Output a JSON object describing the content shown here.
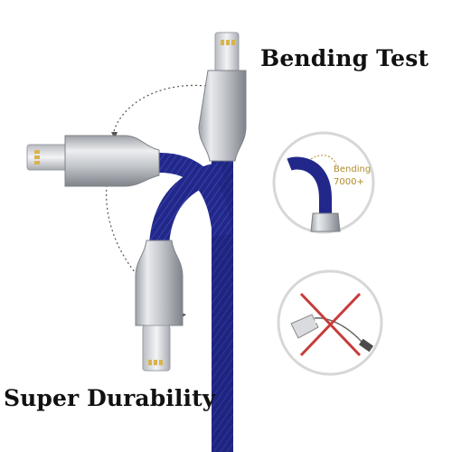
{
  "headings": {
    "top": "Bending Test",
    "bottom": "Super Durability"
  },
  "bend_badge": {
    "line1": "Bending",
    "line2": "7000+"
  },
  "colors": {
    "cable": "#22288a",
    "cable_dark": "#151a63",
    "metal": "#c9ccd1",
    "metal_dark": "#8e9298",
    "cross": "#c83b3b",
    "badge_text": "#b08a2a"
  },
  "icons": {
    "bend_badge": "cable-bend-icon",
    "no_break_badge": "no-break-icon"
  }
}
